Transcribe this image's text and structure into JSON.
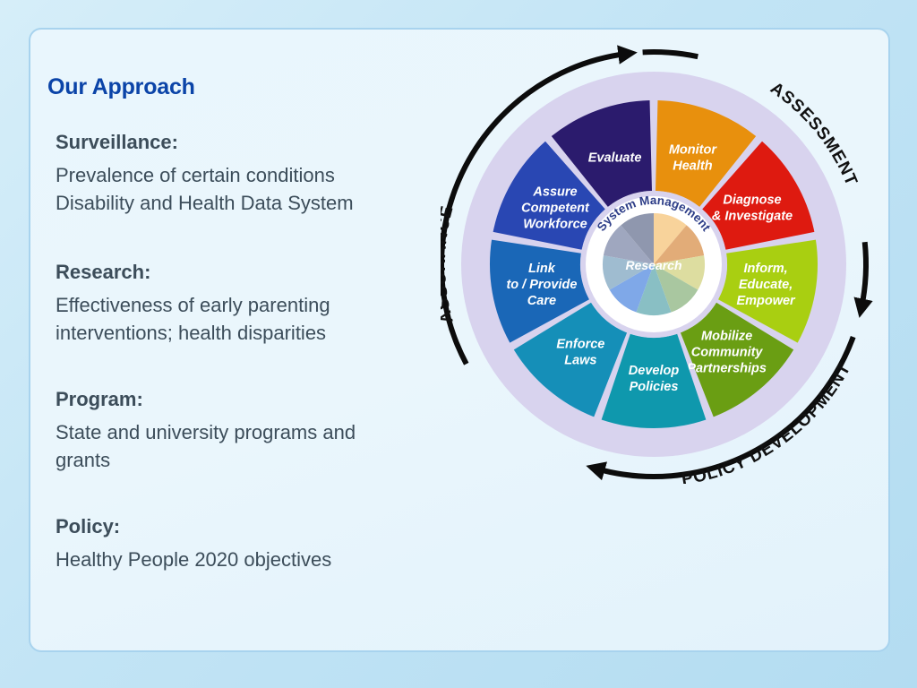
{
  "slide": {
    "title": "Our Approach",
    "sections": [
      {
        "heading": "Surveillance:",
        "lines": [
          "Prevalence of certain conditions",
          "Disability and Health Data System"
        ]
      },
      {
        "heading": "Research:",
        "lines": [
          "Effectiveness of early parenting",
          "interventions; health disparities"
        ]
      },
      {
        "heading": "Program:",
        "lines": [
          "State and university programs and",
          "grants"
        ]
      },
      {
        "heading": "Policy:",
        "lines": [
          "Healthy People 2020 objectives"
        ]
      }
    ]
  },
  "wheel": {
    "center_ring_label": "System Management",
    "center_label": "Research",
    "arc_labels": {
      "top": "ASSESSMENT",
      "right": "POLICY DEVELOPMENT",
      "left": "ASSURANCE"
    },
    "segments": [
      {
        "lines": [
          "Monitor",
          "Health"
        ],
        "color": "#e8900d"
      },
      {
        "lines": [
          "Diagnose",
          "& Investigate"
        ],
        "color": "#de1a10"
      },
      {
        "lines": [
          "Inform,",
          "Educate,",
          "Empower"
        ],
        "color": "#a9cf11"
      },
      {
        "lines": [
          "Mobilize",
          "Community",
          "Partnerships"
        ],
        "color": "#6a9e13"
      },
      {
        "lines": [
          "Develop",
          "Policies"
        ],
        "color": "#0f98ad"
      },
      {
        "lines": [
          "Enforce",
          "Laws"
        ],
        "color": "#158fb8"
      },
      {
        "lines": [
          "Link",
          "to / Provide",
          "Care"
        ],
        "color": "#1a67b7"
      },
      {
        "lines": [
          "Assure",
          "Competent",
          "Workforce"
        ],
        "color": "#2947b3"
      },
      {
        "lines": [
          "Evaluate"
        ],
        "color": "#2b1b6d"
      }
    ],
    "inner_colors": [
      "#f8d39b",
      "#e2ac78",
      "#dddda0",
      "#a9c7a0",
      "#89bfc4",
      "#7fa8e8",
      "#9fbcd0",
      "#9fa7bf",
      "#8f97ae"
    ],
    "colors": {
      "arrow": "#0c0c0c",
      "ring": "#d8d3ee",
      "hub": "#ffffff",
      "center_text": "#2e3e88",
      "segment_text": "#ffffff"
    }
  }
}
